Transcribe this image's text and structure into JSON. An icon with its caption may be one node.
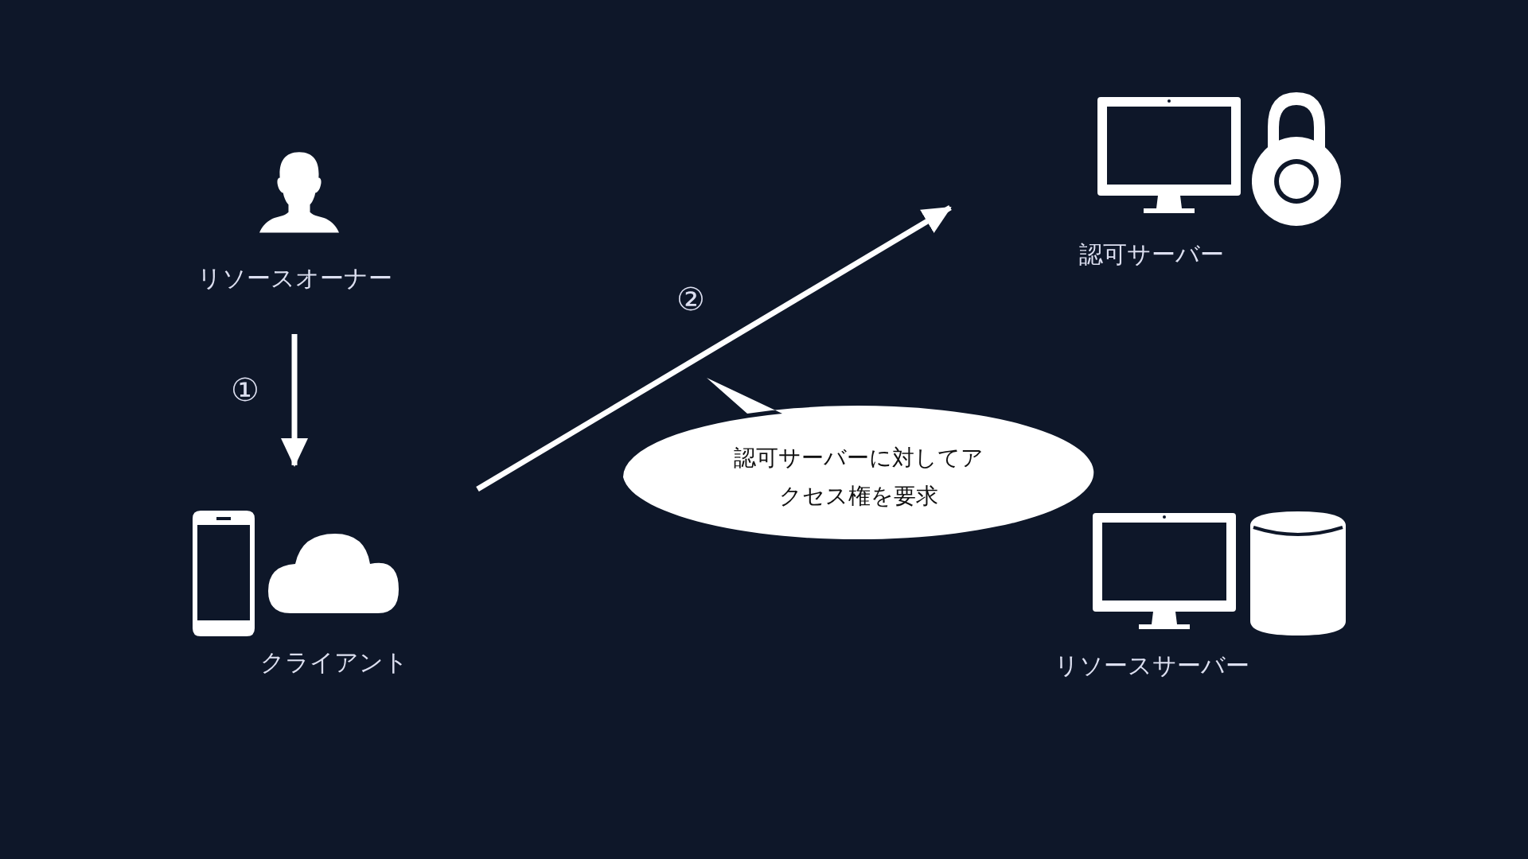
{
  "diagram": {
    "nodes": [
      {
        "text": [
          "リソースオーナー"
        ]
      },
      {
        "text": [
          "クライアント"
        ]
      },
      {
        "text": [
          "認可サーバー"
        ]
      },
      {
        "text": [
          "リソースサーバー"
        ]
      },
      {
        "text": [
          "認可サーバーに対してアクセス権を要求"
        ]
      }
    ],
    "edges": [
      {
        "from": 0,
        "to": 1,
        "arrow": "to",
        "label": "①"
      },
      {
        "from": 1,
        "to": 2,
        "arrow": "to",
        "label": "②"
      }
    ]
  }
}
